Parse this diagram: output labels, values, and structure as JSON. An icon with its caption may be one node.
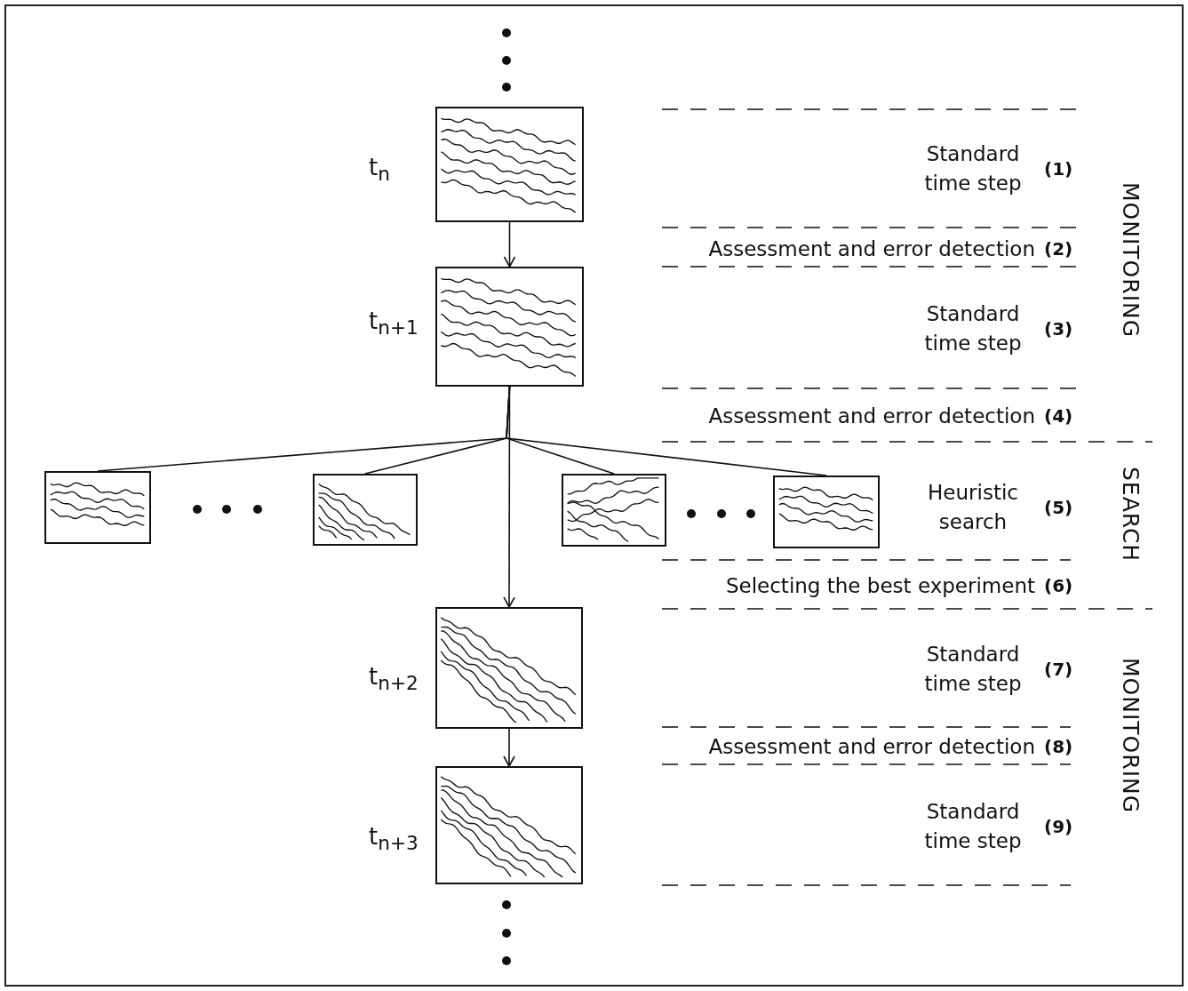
{
  "diagram": {
    "nodes": [
      {
        "text": [],
        "shape": "picture",
        "beside": [
          "t$_{n}$"
        ]
      },
      {
        "text": [],
        "shape": "picture",
        "beside": [
          "t$_{n+1}$"
        ]
      },
      {
        "text": [],
        "shape": "picture"
      },
      {
        "text": [],
        "shape": "picture"
      },
      {
        "text": [],
        "shape": "picture"
      },
      {
        "text": [],
        "shape": "picture"
      },
      {
        "text": [],
        "shape": "picture",
        "beside": [
          "t$_{n+2}$"
        ]
      },
      {
        "text": [],
        "shape": "picture",
        "beside": [
          "t$_{n+3}$"
        ]
      }
    ],
    "edges": [
      {
        "from": 0,
        "to": 1,
        "arrow": "to"
      },
      {
        "from": 1,
        "to": 2,
        "arrow": "none"
      },
      {
        "from": 1,
        "to": 3,
        "arrow": "none"
      },
      {
        "from": 1,
        "to": 4,
        "arrow": "none"
      },
      {
        "from": 1,
        "to": 5,
        "arrow": "none"
      },
      {
        "from": 1,
        "to": 6,
        "arrow": "to"
      },
      {
        "from": 6,
        "to": 7,
        "arrow": "to"
      }
    ],
    "labels": [
      "Standard time step",
      "(1)",
      "Assessment and error detection",
      "(2)",
      "Standard time step",
      "(3)",
      "MONITORING",
      "Assessment and error detection",
      "(4)",
      "Heuristic search",
      "(5)",
      "SEARCH",
      "Selecting the best experiment",
      "(6)",
      "Standard time step",
      "(7)",
      "MONITORING",
      "Assessment and error detection",
      "(8)",
      "Standard time step",
      "(9)"
    ]
  }
}
